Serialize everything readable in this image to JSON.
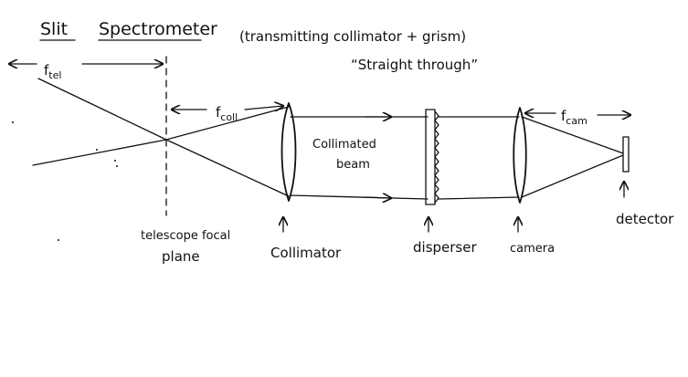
{
  "title": {
    "word1": "Slit",
    "word2": "Spectrometer",
    "subtitle": "(transmitting collimator + grism)",
    "subtitle2": "“Straight through”"
  },
  "labels": {
    "f_tel_main": "f",
    "f_tel_sub": "tel",
    "f_coll_main": "f",
    "f_coll_sub": "coll",
    "f_cam_main": "f",
    "f_cam_sub": "cam",
    "collimated_line1": "Collimated",
    "collimated_line2": "beam",
    "telescope_line1": "telescope focal",
    "telescope_line2": "plane",
    "collimator": "Collimator",
    "disperser": "disperser",
    "camera": "camera",
    "detector": "detector"
  },
  "colors": {
    "ink": "#111111",
    "paper": "#ffffff"
  }
}
